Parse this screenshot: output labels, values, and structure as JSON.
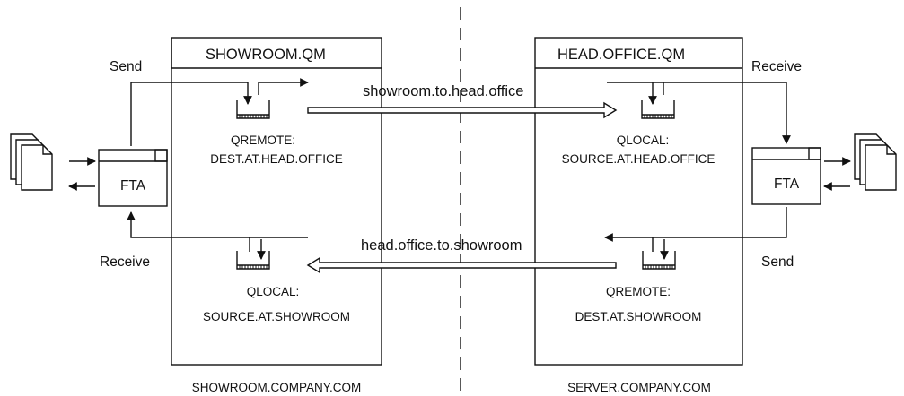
{
  "left_qm": {
    "title": "SHOWROOM.QM",
    "host": "SHOWROOM.COMPANY.COM",
    "send_label": "Send",
    "receive_label": "Receive",
    "fta_label": "FTA",
    "remote_queue": {
      "type": "QREMOTE:",
      "name": "DEST.AT.HEAD.OFFICE"
    },
    "local_queue": {
      "type": "QLOCAL:",
      "name": "SOURCE.AT.SHOWROOM"
    }
  },
  "right_qm": {
    "title": "HEAD.OFFICE.QM",
    "host": "SERVER.COMPANY.COM",
    "send_label": "Send",
    "receive_label": "Receive",
    "fta_label": "FTA",
    "local_queue": {
      "type": "QLOCAL:",
      "name": "SOURCE.AT.HEAD.OFFICE"
    },
    "remote_queue": {
      "type": "QREMOTE:",
      "name": "DEST.AT.SHOWROOM"
    }
  },
  "channels": {
    "to_head_office": "showroom.to.head.office",
    "to_showroom": "head.office.to.showroom"
  }
}
